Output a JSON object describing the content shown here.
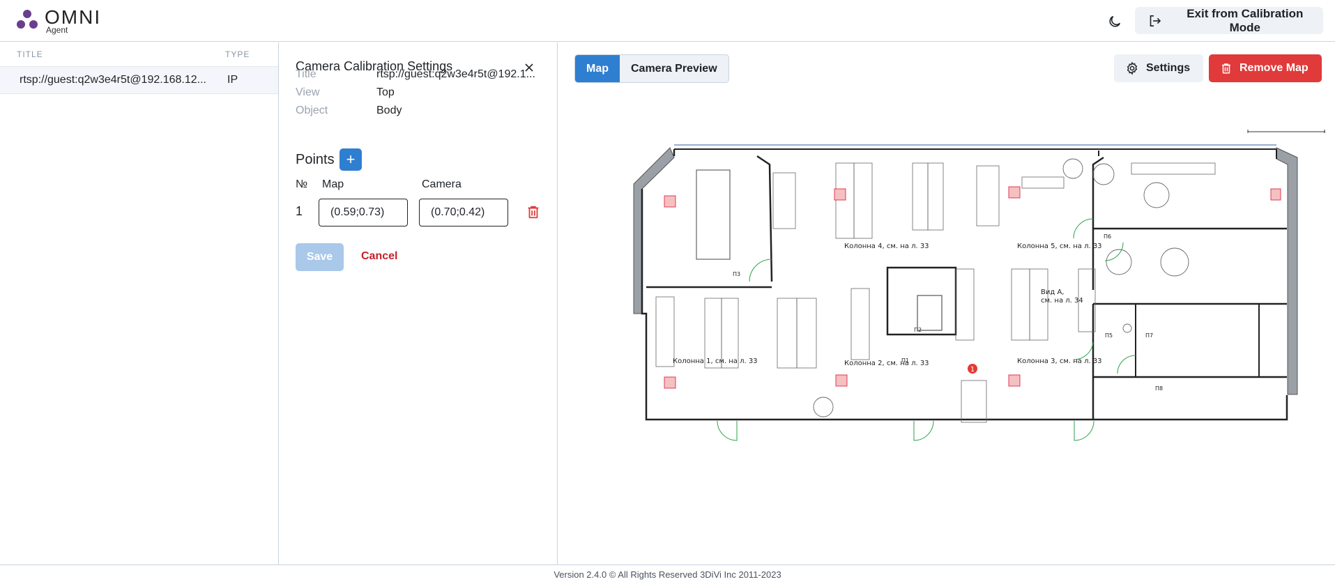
{
  "header": {
    "logo_text": "OMNI",
    "logo_sub": "Agent",
    "exit_label": "Exit from Calibration Mode"
  },
  "list": {
    "col_title": "TITLE",
    "col_type": "TYPE",
    "rows": [
      {
        "title": "rtsp://guest:q2w3e4r5t@192.168.12...",
        "type": "IP"
      }
    ]
  },
  "calibration": {
    "title": "Camera Calibration Settings",
    "fields": [
      {
        "label": "Title",
        "value": "rtsp://guest:q2w3e4r5t@192.1..."
      },
      {
        "label": "View",
        "value": "Top"
      },
      {
        "label": "Object",
        "value": "Body"
      }
    ],
    "points_label": "Points",
    "add_symbol": "+",
    "col_no": "№",
    "col_map": "Map",
    "col_camera": "Camera",
    "points": [
      {
        "no": "1",
        "map": "(0.59;0.73)",
        "camera": "(0.70;0.42)"
      }
    ],
    "save_label": "Save",
    "cancel_label": "Cancel"
  },
  "main": {
    "tabs": [
      {
        "label": "Map",
        "active": true
      },
      {
        "label": "Camera Preview",
        "active": false
      }
    ],
    "settings_label": "Settings",
    "remove_label": "Remove Map",
    "map_marker_label": "1",
    "map_labels": {
      "k1": "Колонна 1, см. на л. 33",
      "k2": "Колонна 2, см. на л. 33",
      "k3": "Колонна 3, см. на л. 33",
      "k4": "Колонна 4, см. на л. 33",
      "k5": "Колонна 5, см. на л. 33",
      "vid": "Вид А,",
      "vid2": "см. на л. 34",
      "r1": "П1",
      "r2": "П2",
      "r3": "П3",
      "r5": "П5",
      "r6": "П6",
      "r7": "П7",
      "r8": "П8"
    }
  },
  "colors": {
    "primary": "#2f7fd1",
    "danger": "#e03a3a",
    "marker": "#e53935",
    "logo_purple": "#6a3d8f"
  },
  "footer": {
    "text": "Version 2.4.0 © All Rights Reserved 3DiVi Inc 2011-2023"
  }
}
